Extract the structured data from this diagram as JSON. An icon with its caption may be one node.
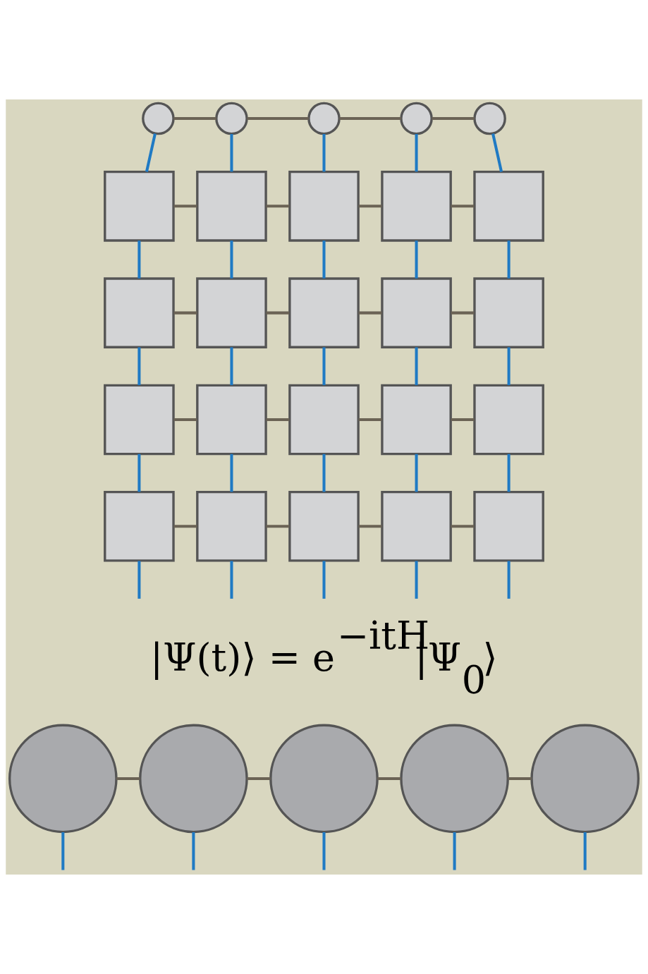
{
  "diagram": {
    "nodes": [
      {
        "text": [],
        "shape": "circle"
      },
      {
        "text": [],
        "shape": "circle"
      },
      {
        "text": [],
        "shape": "circle"
      },
      {
        "text": [],
        "shape": "circle"
      },
      {
        "text": [],
        "shape": "circle"
      },
      {
        "text": [],
        "shape": "box"
      },
      {
        "text": [],
        "shape": "box"
      },
      {
        "text": [],
        "shape": "box"
      },
      {
        "text": [],
        "shape": "box"
      },
      {
        "text": [],
        "shape": "box"
      },
      {
        "text": [],
        "shape": "box"
      },
      {
        "text": [],
        "shape": "box"
      },
      {
        "text": [],
        "shape": "box"
      },
      {
        "text": [],
        "shape": "box"
      },
      {
        "text": [],
        "shape": "box"
      },
      {
        "text": [],
        "shape": "box"
      },
      {
        "text": [],
        "shape": "box"
      },
      {
        "text": [],
        "shape": "box"
      },
      {
        "text": [],
        "shape": "box"
      },
      {
        "text": [],
        "shape": "box"
      },
      {
        "text": [],
        "shape": "box"
      },
      {
        "text": [],
        "shape": "box"
      },
      {
        "text": [],
        "shape": "box"
      },
      {
        "text": [],
        "shape": "box"
      },
      {
        "text": [],
        "shape": "box"
      },
      {
        "text": [],
        "shape": "circle"
      },
      {
        "text": [],
        "shape": "circle"
      },
      {
        "text": [],
        "shape": "circle"
      },
      {
        "text": [],
        "shape": "circle"
      },
      {
        "text": [],
        "shape": "circle"
      }
    ],
    "edges": [
      {
        "from": 0,
        "to": 1,
        "arrow": "none",
        "color": "#6b6355"
      },
      {
        "from": 1,
        "to": 2,
        "arrow": "none",
        "color": "#6b6355"
      },
      {
        "from": 2,
        "to": 3,
        "arrow": "none",
        "color": "#6b6355"
      },
      {
        "from": 3,
        "to": 4,
        "arrow": "none",
        "color": "#6b6355"
      },
      {
        "from": 0,
        "to": 5,
        "arrow": "none"
      },
      {
        "from": 1,
        "to": 6,
        "arrow": "none"
      },
      {
        "from": 2,
        "to": 7,
        "arrow": "none"
      },
      {
        "from": 3,
        "to": 8,
        "arrow": "none"
      },
      {
        "from": 4,
        "to": 9,
        "arrow": "none"
      },
      {
        "from": 5,
        "to": 6,
        "arrow": "none",
        "color": "#6b6355"
      },
      {
        "from": 6,
        "to": 7,
        "arrow": "none",
        "color": "#6b6355"
      },
      {
        "from": 7,
        "to": 8,
        "arrow": "none",
        "color": "#6b6355"
      },
      {
        "from": 8,
        "to": 9,
        "arrow": "none",
        "color": "#6b6355"
      },
      {
        "from": 5,
        "to": 10,
        "arrow": "none"
      },
      {
        "from": 6,
        "to": 11,
        "arrow": "none"
      },
      {
        "from": 7,
        "to": 12,
        "arrow": "none"
      },
      {
        "from": 8,
        "to": 13,
        "arrow": "none"
      },
      {
        "from": 9,
        "to": 14,
        "arrow": "none"
      },
      {
        "from": 10,
        "to": 11,
        "arrow": "none",
        "color": "#6b6355"
      },
      {
        "from": 11,
        "to": 12,
        "arrow": "none",
        "color": "#6b6355"
      },
      {
        "from": 12,
        "to": 13,
        "arrow": "none",
        "color": "#6b6355"
      },
      {
        "from": 13,
        "to": 14,
        "arrow": "none",
        "color": "#6b6355"
      },
      {
        "from": 10,
        "to": 15,
        "arrow": "none"
      },
      {
        "from": 11,
        "to": 16,
        "arrow": "none"
      },
      {
        "from": 12,
        "to": 17,
        "arrow": "none"
      },
      {
        "from": 13,
        "to": 18,
        "arrow": "none"
      },
      {
        "from": 14,
        "to": 19,
        "arrow": "none"
      },
      {
        "from": 15,
        "to": 16,
        "arrow": "none",
        "color": "#6b6355"
      },
      {
        "from": 16,
        "to": 17,
        "arrow": "none",
        "color": "#6b6355"
      },
      {
        "from": 17,
        "to": 18,
        "arrow": "none",
        "color": "#6b6355"
      },
      {
        "from": 18,
        "to": 19,
        "arrow": "none",
        "color": "#6b6355"
      },
      {
        "from": 15,
        "to": 20,
        "arrow": "none"
      },
      {
        "from": 16,
        "to": 21,
        "arrow": "none"
      },
      {
        "from": 17,
        "to": 22,
        "arrow": "none"
      },
      {
        "from": 18,
        "to": 23,
        "arrow": "none"
      },
      {
        "from": 19,
        "to": 24,
        "arrow": "none"
      },
      {
        "from": 20,
        "to": 21,
        "arrow": "none",
        "color": "#6b6355"
      },
      {
        "from": 21,
        "to": 22,
        "arrow": "none",
        "color": "#6b6355"
      },
      {
        "from": 22,
        "to": 23,
        "arrow": "none",
        "color": "#6b6355"
      },
      {
        "from": 23,
        "to": 24,
        "arrow": "none",
        "color": "#6b6355"
      },
      {
        "from": 20,
        "to": null,
        "arrow": "none"
      },
      {
        "from": 21,
        "to": null,
        "arrow": "none"
      },
      {
        "from": 22,
        "to": null,
        "arrow": "none"
      },
      {
        "from": 23,
        "to": null,
        "arrow": "none"
      },
      {
        "from": 24,
        "to": null,
        "arrow": "none"
      },
      {
        "from": 25,
        "to": 26,
        "arrow": "none",
        "color": "#6b6355"
      },
      {
        "from": 26,
        "to": 27,
        "arrow": "none",
        "color": "#6b6355"
      },
      {
        "from": 27,
        "to": 28,
        "arrow": "none",
        "color": "#6b6355"
      },
      {
        "from": 28,
        "to": 29,
        "arrow": "none",
        "color": "#6b6355"
      },
      {
        "from": 25,
        "to": null,
        "arrow": "none"
      },
      {
        "from": 26,
        "to": null,
        "arrow": "none"
      },
      {
        "from": 27,
        "to": null,
        "arrow": "none"
      },
      {
        "from": 28,
        "to": null,
        "arrow": "none"
      },
      {
        "from": 29,
        "to": null,
        "arrow": "none"
      }
    ],
    "labels": [
      "|Ψ(t)⟩ = e$^{−itH}$|Ψ$_{0}$⟩"
    ]
  }
}
